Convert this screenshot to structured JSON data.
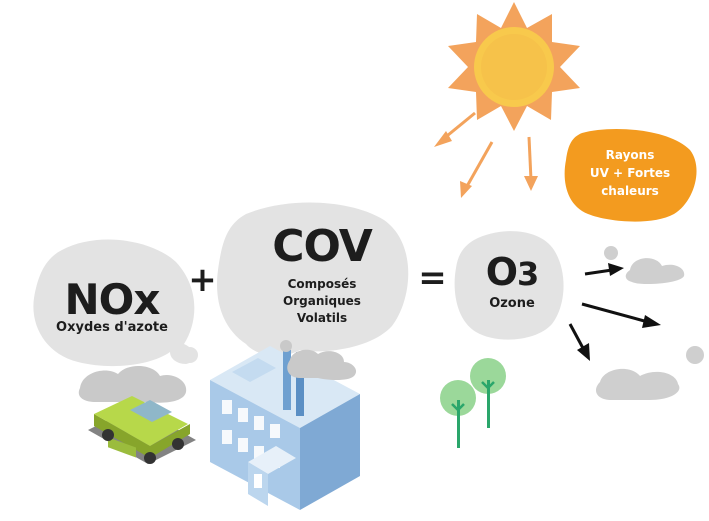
{
  "nox": {
    "title": "NOx",
    "subtitle": "Oxydes d'azote"
  },
  "plus": "+",
  "cov": {
    "title": "COV",
    "line1": "Composés",
    "line2": "Organiques",
    "line3": "Volatils"
  },
  "equals": "=",
  "ozone": {
    "title_main": "O",
    "title_sub": "3",
    "subtitle": "Ozone"
  },
  "uv_badge": {
    "line1": "Rayons",
    "line2": "UV + Fortes",
    "line3": "chaleurs"
  },
  "colors": {
    "cloud": "#e3e3e3",
    "smoke": "#c9c9c9",
    "sun": "#f6c24a",
    "sun_rays": "#f3a35c",
    "uv_badge": "#f39b1f",
    "tree": "#9bd89a",
    "factory": "#a9c9e8",
    "car": "#a6c93a"
  }
}
